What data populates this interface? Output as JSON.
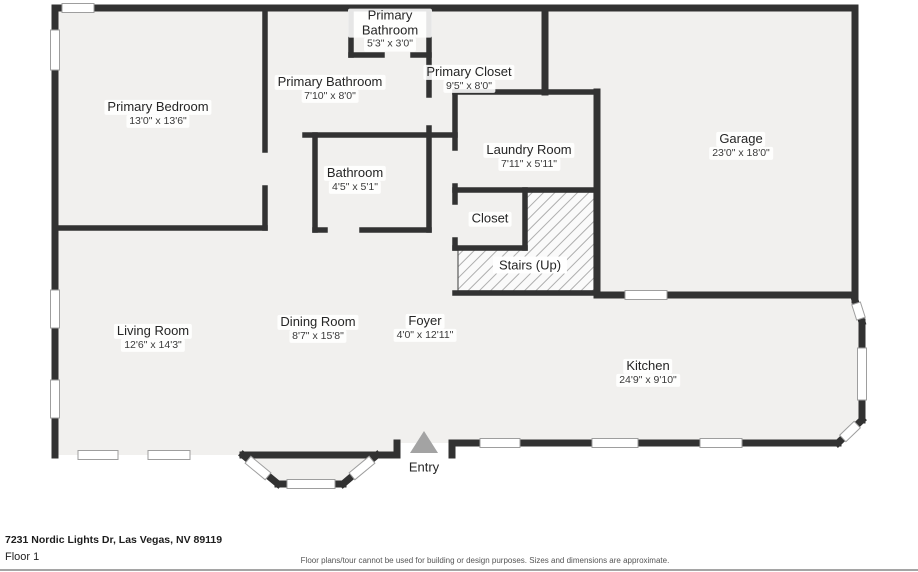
{
  "plan": {
    "rooms": [
      {
        "name": "Primary Bathroom",
        "dims": "5'3\" x 3'0\""
      },
      {
        "name": "Primary Bathroom",
        "dims": "7'10\" x 8'0\""
      },
      {
        "name": "Primary Closet",
        "dims": "9'5\" x 8'0\""
      },
      {
        "name": "Primary Bedroom",
        "dims": "13'0\" x 13'6\""
      },
      {
        "name": "Garage",
        "dims": "23'0\" x 18'0\""
      },
      {
        "name": "Laundry Room",
        "dims": "7'11\" x 5'11\""
      },
      {
        "name": "Bathroom",
        "dims": "4'5\" x 5'1\""
      },
      {
        "name": "Closet",
        "dims": ""
      },
      {
        "name": "Living Room",
        "dims": "12'6\" x 14'3\""
      },
      {
        "name": "Dining Room",
        "dims": "8'7\" x 15'8\""
      },
      {
        "name": "Foyer",
        "dims": "4'0\" x 12'11\""
      },
      {
        "name": "Kitchen",
        "dims": "24'9\" x 9'10\""
      }
    ],
    "stairs_label": "Stairs (Up)",
    "entry_label": "Entry"
  },
  "footer": {
    "address": "7231 Nordic Lights Dr, Las Vegas, NV 89119",
    "floor": "Floor 1",
    "disclaimer": "Floor plans/tour cannot be used for building or design purposes. Sizes and dimensions are approximate."
  },
  "colors": {
    "wall": "#323232",
    "floor": "#f1f0ee",
    "window_stroke": "#9e9e9e",
    "entry_arrow": "#a3a3a3"
  }
}
